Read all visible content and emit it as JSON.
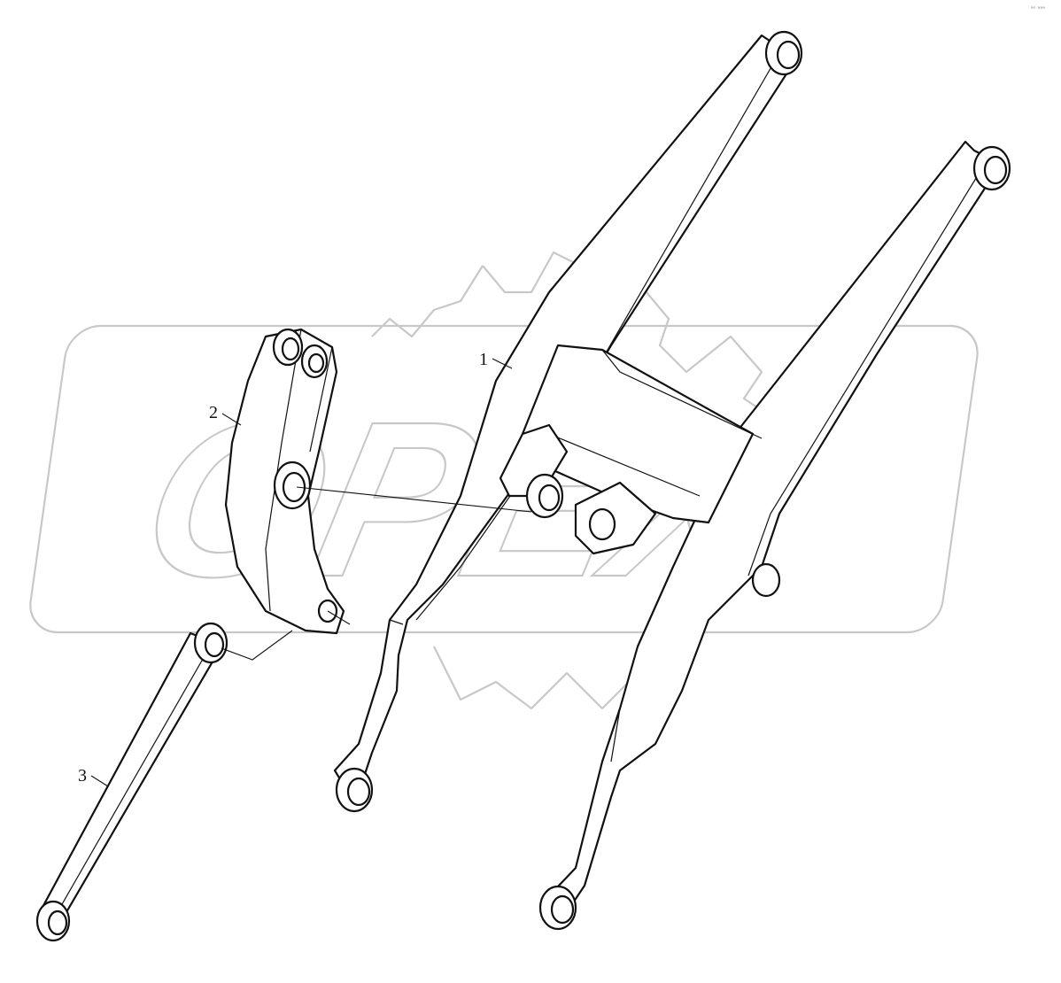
{
  "watermark": {
    "text": "OPEX"
  },
  "callouts": [
    {
      "id": "1",
      "label": "1"
    },
    {
      "id": "2",
      "label": "2"
    },
    {
      "id": "3",
      "label": "3"
    }
  ],
  "corner_mark": "ᵃⁿ ᵃᵃᵃ",
  "colors": {
    "line": "#111111",
    "watermark": "#c8c8c8",
    "background": "#ffffff"
  }
}
